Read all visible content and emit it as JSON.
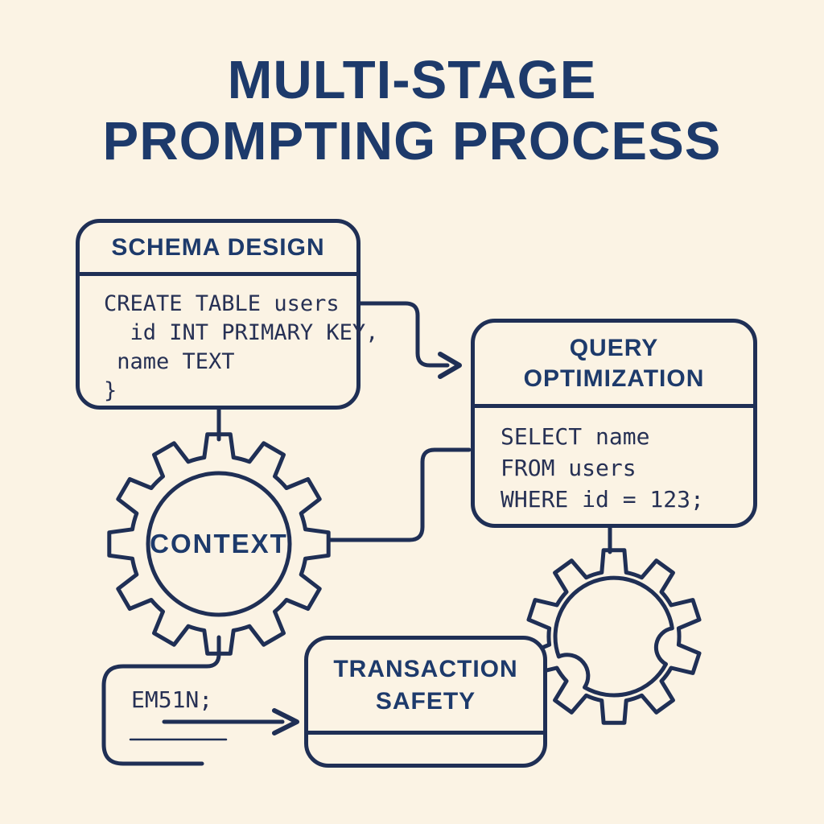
{
  "title": {
    "line1": "MULTI-STAGE",
    "line2": "PROMPTING PROCESS"
  },
  "boxes": {
    "schema": {
      "title": "SCHEMA DESIGN",
      "code": "CREATE TABLE users\n  id INT PRIMARY KEY,\n name TEXT\n}"
    },
    "query": {
      "title": "QUERY OPTIMIZATION",
      "code": "SELECT name\nFROM users\nWHERE id = 123;"
    },
    "transaction": {
      "title": "TRANSACTION SAFETY",
      "code": ""
    }
  },
  "gear": {
    "context_label": "CONTEXT"
  },
  "snippet": {
    "code": "EM51N;"
  },
  "colors": {
    "background": "#fbf3e4",
    "ink": "#1f2f55",
    "heading": "#1d3a6b",
    "code": "#263054"
  }
}
